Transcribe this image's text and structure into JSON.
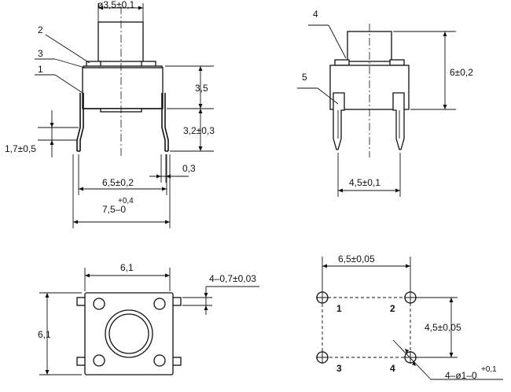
{
  "front_view": {
    "dim_diameter": "ø3,5±0,1",
    "callout_2": "2",
    "callout_3": "3",
    "callout_1": "1",
    "dim_body_height": "3,5",
    "dim_lead_height": "3,2±0,3",
    "dim_lead_bend": "1,7±0,5",
    "dim_lead_thickness": "0,3",
    "dim_lead_spacing": "6,5±0,2",
    "dim_width_tol_upper": "+0,4",
    "dim_width": "7,5–0"
  },
  "side_view": {
    "callout_4": "4",
    "callout_5": "5",
    "dim_height": "6±0,2",
    "dim_lead_spacing": "4,5±0,1"
  },
  "top_view": {
    "dim_width": "6,1",
    "dim_height": "6,1",
    "dim_tab": "4–0,7±0,03"
  },
  "footprint": {
    "dim_width": "6,5±0,05",
    "dim_height": "4,5±0,05",
    "pin_1": "1",
    "pin_2": "2",
    "pin_3": "3",
    "pin_4": "4",
    "dim_hole_tol": "+0,1",
    "dim_hole": "4–ø1–0"
  }
}
